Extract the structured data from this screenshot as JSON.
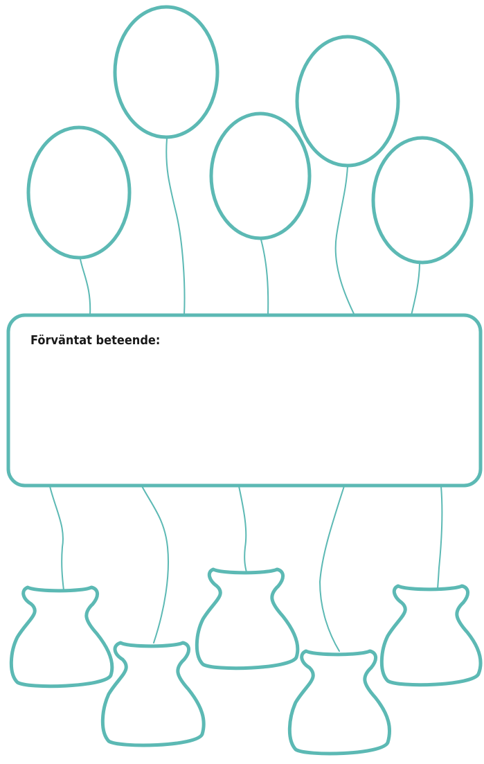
{
  "behavior_box": {
    "label": "Förväntat beteende:"
  },
  "colors": {
    "accent": "#5cb9b4",
    "text": "#1a1a1a",
    "background": "#ffffff"
  },
  "balloons": [
    {
      "id": "balloon-1"
    },
    {
      "id": "balloon-2"
    },
    {
      "id": "balloon-3"
    },
    {
      "id": "balloon-4"
    },
    {
      "id": "balloon-5"
    }
  ],
  "bags": [
    {
      "id": "bag-1"
    },
    {
      "id": "bag-2"
    },
    {
      "id": "bag-3"
    },
    {
      "id": "bag-4"
    },
    {
      "id": "bag-5"
    }
  ]
}
